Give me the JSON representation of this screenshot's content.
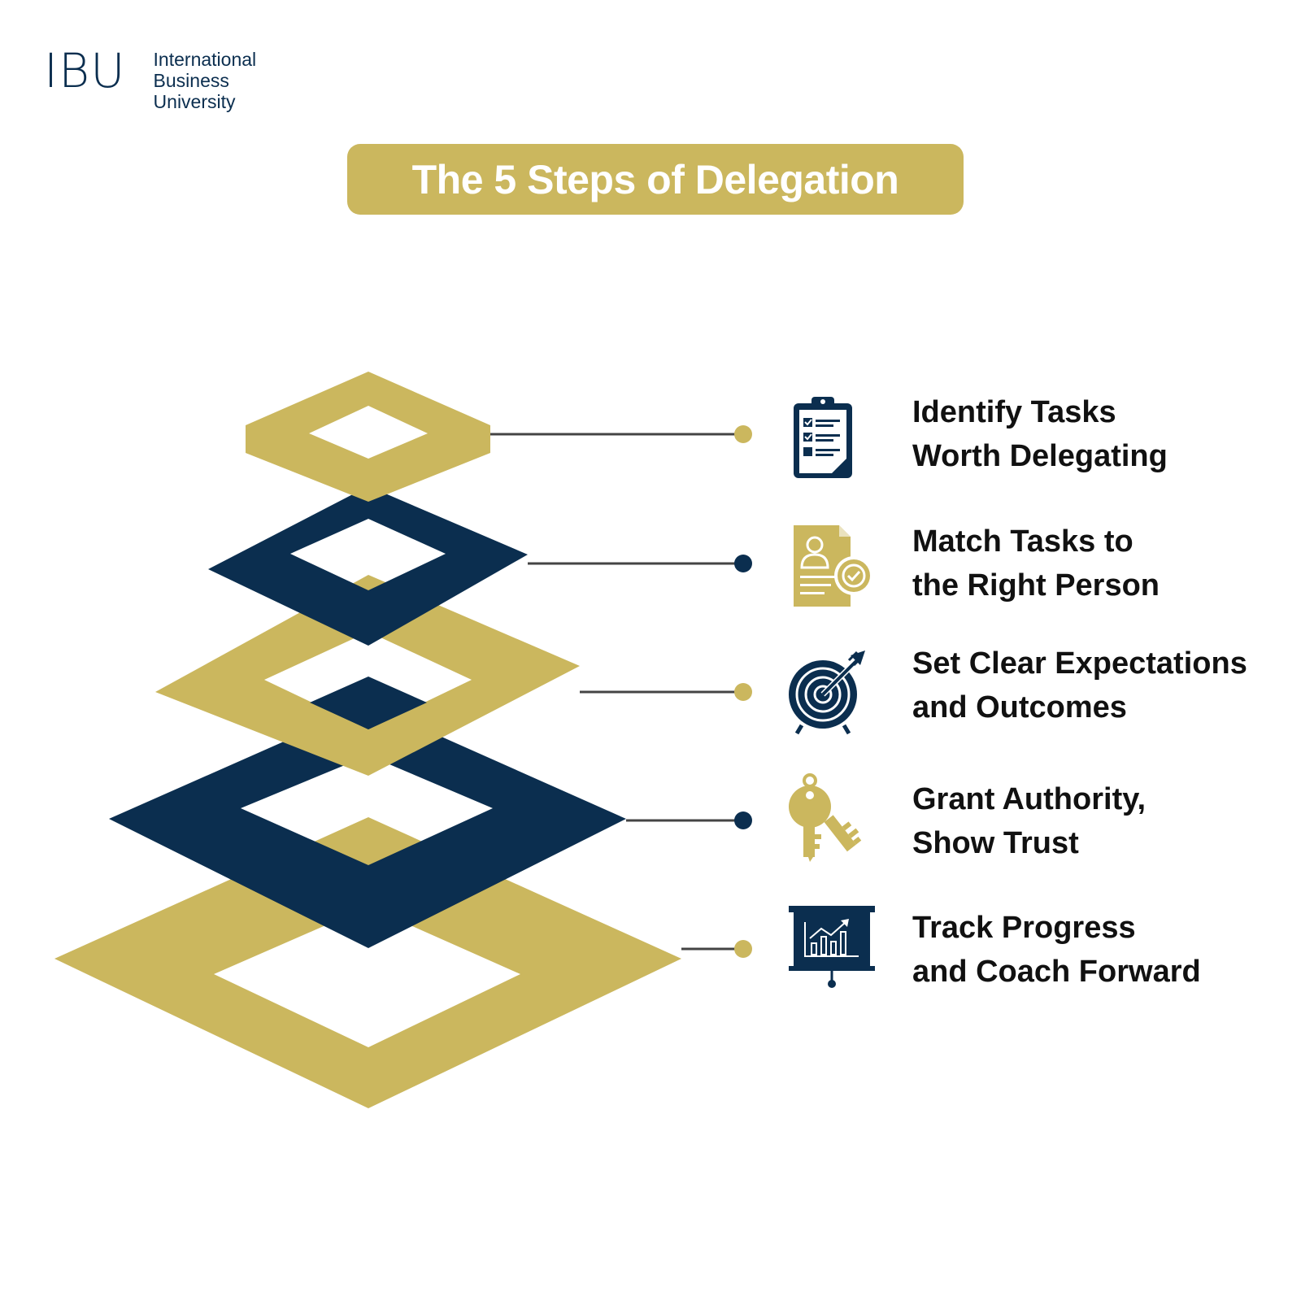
{
  "colors": {
    "gold": "#cbb75e",
    "navy": "#0b2e4f",
    "connector": "#444444",
    "text": "#111111"
  },
  "logo": {
    "mark": "IBU",
    "line1": "International",
    "line2": "Business",
    "line3": "University"
  },
  "title": "The 5 Steps of Delegation",
  "steps": [
    {
      "line1": "Identify Tasks",
      "line2": "Worth Delegating",
      "icon": "clipboard-checklist-icon",
      "color": "gold"
    },
    {
      "line1": "Match Tasks to",
      "line2": "the Right Person",
      "icon": "profile-document-check-icon",
      "color": "navy"
    },
    {
      "line1": "Set Clear Expectations",
      "line2": "and Outcomes",
      "icon": "target-arrow-icon",
      "color": "gold"
    },
    {
      "line1": "Grant Authority,",
      "line2": "Show Trust",
      "icon": "keys-icon",
      "color": "navy"
    },
    {
      "line1": "Track Progress",
      "line2": "and Coach Forward",
      "icon": "presentation-chart-icon",
      "color": "gold"
    }
  ]
}
